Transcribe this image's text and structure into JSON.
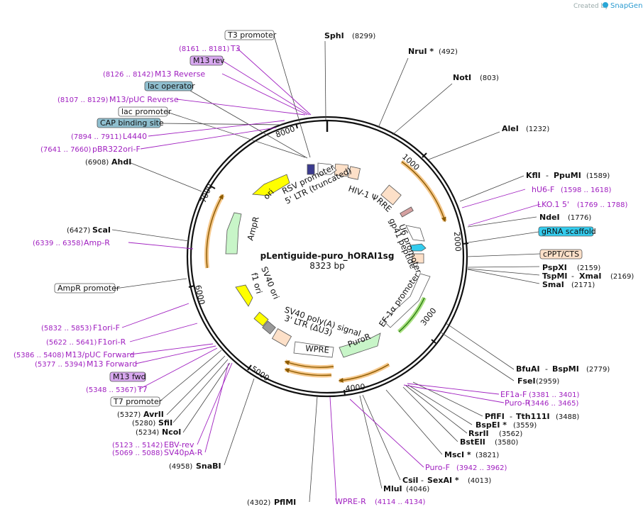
{
  "credit": {
    "created_by": "Created by",
    "brand": "SnapGene"
  },
  "plasmid": {
    "name": "pLentiguide-puro_hORAI1sg",
    "length": "8323 bp"
  },
  "ticks": [
    "1000",
    "2000",
    "3000",
    "4000",
    "5000",
    "6000",
    "7000",
    "8000"
  ],
  "enzymes": {
    "sphI": {
      "name": "SphI",
      "pos": "(8299)"
    },
    "nruI": {
      "name": "NruI *",
      "pos": "(492)"
    },
    "notI": {
      "name": "NotI",
      "pos": "(803)"
    },
    "aleI": {
      "name": "AleI",
      "pos": "(1232)"
    },
    "kflI": {
      "name": "KflI",
      "sep": "-",
      "name2": "PpuMI",
      "pos": "(1589)"
    },
    "ndeI": {
      "name": "NdeI",
      "pos": "(1776)"
    },
    "pspXI": {
      "name": "PspXI",
      "pos": "(2159)"
    },
    "tspMI": {
      "name": "TspMI",
      "sep": "-",
      "name2": "XmaI",
      "pos": "(2169)"
    },
    "smaI": {
      "name": "SmaI",
      "pos": "(2171)"
    },
    "bfuAI": {
      "name": "BfuAI",
      "sep": "-",
      "name2": "BspMI",
      "pos": "(2779)"
    },
    "fseI": {
      "name": "FseI",
      "pos": "(2959)"
    },
    "pflFI": {
      "name": "PflFI",
      "sep": "-",
      "name2": "Tth111I",
      "pos": "(3488)"
    },
    "bspEI": {
      "name": "BspEI *",
      "pos": "(3559)"
    },
    "rsrII": {
      "name": "RsrII",
      "pos": "(3562)"
    },
    "bstEII": {
      "name": "BstEII",
      "pos": "(3580)"
    },
    "mscI": {
      "name": "MscI *",
      "pos": "(3821)"
    },
    "csiI": {
      "name": "CsiI",
      "sep": "-",
      "name2": "SexAI *",
      "pos": "(4013)"
    },
    "mluI": {
      "name": "MluI",
      "pos": "(4046)"
    },
    "pflMI": {
      "name": "PflMI",
      "pos": "(4302)"
    },
    "snaBI": {
      "name": "SnaBI",
      "pos": "(4958)"
    },
    "ncoI": {
      "name": "NcoI",
      "pos": "(5234)"
    },
    "sfiI": {
      "name": "SfiI",
      "pos": "(5280)"
    },
    "avrII": {
      "name": "AvrII",
      "pos": "(5327)"
    },
    "scaI": {
      "name": "ScaI",
      "pos": "(6427)"
    },
    "ahdI": {
      "name": "AhdI",
      "pos": "(6908)"
    }
  },
  "primers": {
    "t3": {
      "range": "(8161 .. 8181)",
      "name": "T3"
    },
    "m13rev_r": {
      "range": "(8126 .. 8142)",
      "name": "M13 Reverse"
    },
    "m13puc_r": {
      "range": "(8107 .. 8129)",
      "name": "M13/pUC Reverse"
    },
    "l4440": {
      "range": "(7894 .. 7911)",
      "name": "L4440"
    },
    "pbr322": {
      "range": "(7641 .. 7660)",
      "name": "pBR322ori-F"
    },
    "ampr": {
      "range": "(6339 .. 6358)",
      "name": "Amp-R"
    },
    "f1orif": {
      "range": "(5832 .. 5853)",
      "name": "F1ori-F"
    },
    "f1orir": {
      "range": "(5622 .. 5641)",
      "name": "F1ori-R"
    },
    "m13puc_f": {
      "range": "(5386 .. 5408)",
      "name": "M13/pUC Forward"
    },
    "m13fwd": {
      "range": "(5377 .. 5394)",
      "name": "M13 Forward"
    },
    "t7": {
      "range": "(5348 .. 5367)",
      "name": "T7"
    },
    "ebvrev": {
      "range": "(5123 .. 5142)",
      "name": "EBV-rev"
    },
    "sv40pa": {
      "range": "(5069 .. 5088)",
      "name": "SV40pA-R"
    },
    "wpre": {
      "name": "WPRE-R",
      "range": "(4114 .. 4134)"
    },
    "purof": {
      "name": "Puro-F",
      "range": "(3942 .. 3962)"
    },
    "puror": {
      "name": "Puro-R",
      "range": "(3446 .. 3465)"
    },
    "ef1a": {
      "name": "EF1a-F",
      "range": "(3381 .. 3401)"
    },
    "hu6": {
      "name": "hU6-F",
      "range": "(1598 .. 1618)"
    },
    "lko": {
      "name": "LKO.1 5'",
      "range": "(1769 .. 1788)"
    }
  },
  "boxed": {
    "t3promoter": "T3 promoter",
    "m13rev": "M13 rev",
    "lacoperator": "lac operator",
    "lacpromoter": "lac promoter",
    "cap": "CAP binding site",
    "amprpromoter": "AmpR promoter",
    "m13fwd": "M13 fwd",
    "t7promoter": "T7 promoter",
    "grna": "gRNA scaffold",
    "cppt": "cPPT/CTS"
  },
  "features": {
    "rsv": "RSV promoter",
    "ltr5": "5' LTR (truncated)",
    "hiv": "HIV-1 Ψ",
    "rre": "RRE",
    "gp41": "gp41 peptide",
    "u6": "U6 promoter",
    "ori": "ori",
    "ampr": "AmpR",
    "f1ori": "f1 ori",
    "sv40ori": "SV40 ori",
    "sv40pa": "SV40 poly(A) signal",
    "ltr3": "3' LTR (ΔU3)",
    "wpre": "WPRE",
    "puror": "PuroR",
    "ef1a": "EF-1α promoter"
  },
  "colors": {
    "purple": "#a020c0",
    "box_gray_fill": "#ffffff",
    "box_blue": "#8fbfcf",
    "box_purple": "#d8a8f0",
    "box_cyan": "#33ccee",
    "box_peach": "#fde0c8",
    "yellow": "#ffff00",
    "light_green": "#c8f5c8",
    "orf_orange": "#f5c78a",
    "orf_dark": "#b8860b"
  }
}
